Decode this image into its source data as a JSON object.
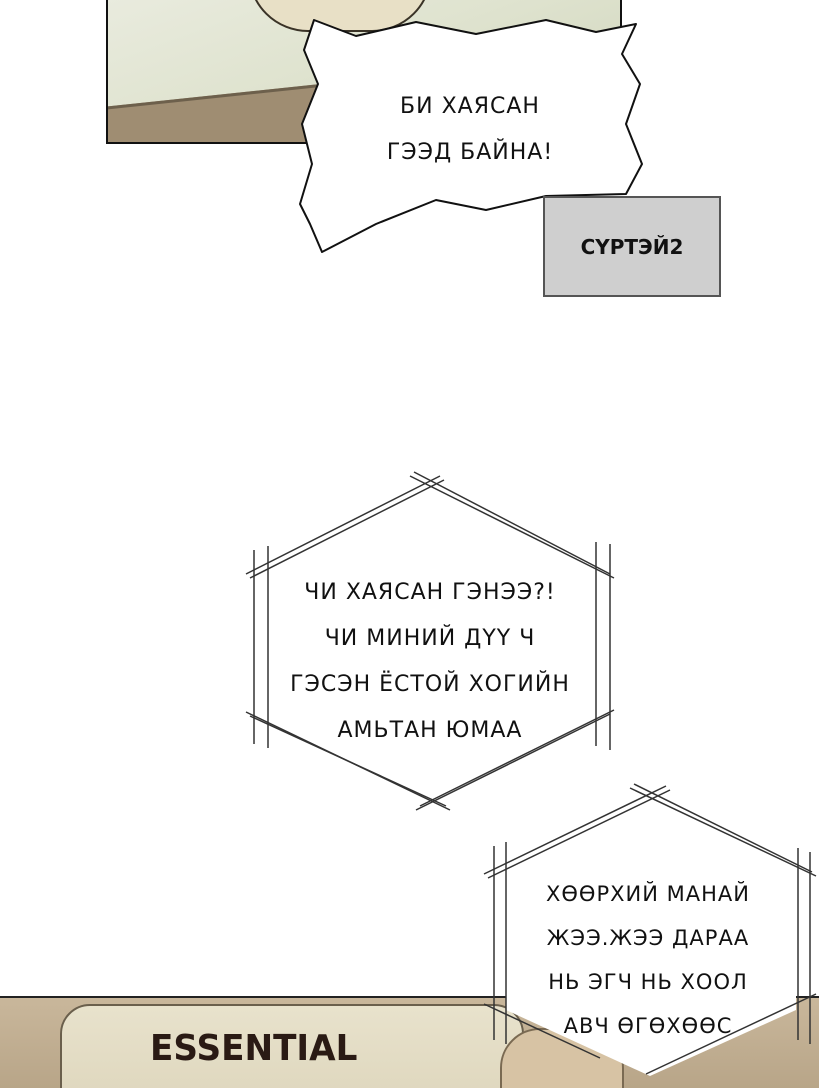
{
  "panels": {
    "speech_bubble": {
      "lines": [
        "БИ ХАЯСАН",
        "ГЭЭД БАЙНА!"
      ]
    },
    "credit_box": {
      "text": "СҮРТЭЙ2"
    },
    "hex_caption_1": {
      "lines": [
        "ЧИ ХАЯСАН ГЭНЭЭ?!",
        "ЧИ МИНИЙ ДҮҮ Ч",
        "ГЭСЭН ЁСТОЙ ХОГИЙН",
        "АМЬТАН ЮМАА"
      ]
    },
    "hex_caption_2": {
      "lines": [
        "ХӨӨРХИЙ МАНАЙ",
        "ЖЭЭ.ЖЭЭ ДАРАА",
        "НЬ ЭГЧ НЬ ХООЛ",
        "АВЧ ӨГӨХӨӨС"
      ]
    },
    "shirt_print": {
      "text": "ESSENTIAL"
    }
  },
  "colors": {
    "background": "#ffffff",
    "ink": "#111111",
    "credit_box_fill": "#cfcfcf"
  }
}
